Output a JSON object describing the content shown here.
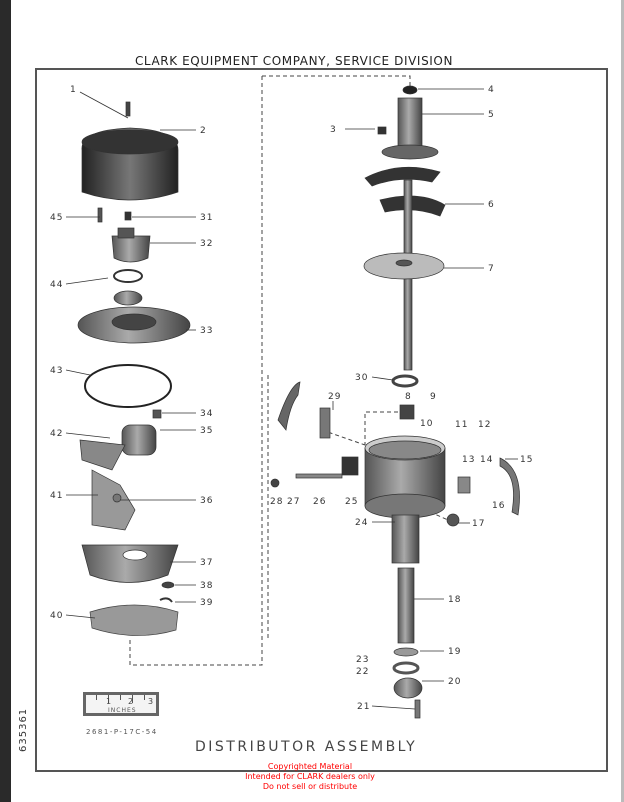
{
  "header": {
    "title": "CLARK EQUIPMENT COMPANY, SERVICE DIVISION"
  },
  "diagram": {
    "title": "DISTRIBUTOR ASSEMBLY",
    "drawing_number": "2681-P-17C-54",
    "side_code": "635361",
    "scale": {
      "labels": [
        "1",
        "2",
        "3"
      ],
      "unit": "INCHES"
    },
    "callouts": [
      "1",
      "2",
      "45",
      "31",
      "32",
      "44",
      "33",
      "43",
      "34",
      "35",
      "42",
      "41",
      "36",
      "37",
      "38",
      "39",
      "40",
      "4",
      "5",
      "3",
      "6",
      "7",
      "30",
      "29",
      "8",
      "9",
      "10",
      "11",
      "12",
      "13",
      "14",
      "15",
      "28",
      "27",
      "26",
      "25",
      "16",
      "17",
      "24",
      "18",
      "19",
      "23",
      "22",
      "20",
      "21"
    ]
  },
  "watermark": {
    "line1": "Copyrighted Material",
    "line2": "Intended for CLARK dealers only",
    "line3": "Do not sell or distribute"
  },
  "colors": {
    "watermark": "#ff0000",
    "ink": "#333333"
  }
}
